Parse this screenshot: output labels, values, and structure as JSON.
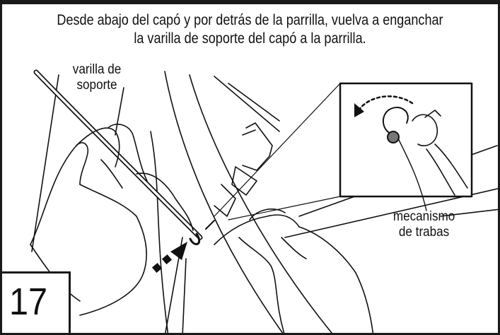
{
  "instruction": {
    "line1": "Desde abajo del capó y por detrás de la parrilla, vuelva a enganchar",
    "line2": "la varilla de soporte del capó a la parrilla."
  },
  "labels": {
    "rod_line1": "varilla de",
    "rod_line2": "soporte",
    "lock_line1": "mecanismo",
    "lock_line2": "de trabas"
  },
  "step": {
    "number": "17"
  },
  "colors": {
    "ink": "#111111",
    "frame": "#1a1a1a",
    "paper": "#ffffff"
  },
  "icons": [
    "push-direction-arrow-icon",
    "rotate-arrow-icon"
  ]
}
